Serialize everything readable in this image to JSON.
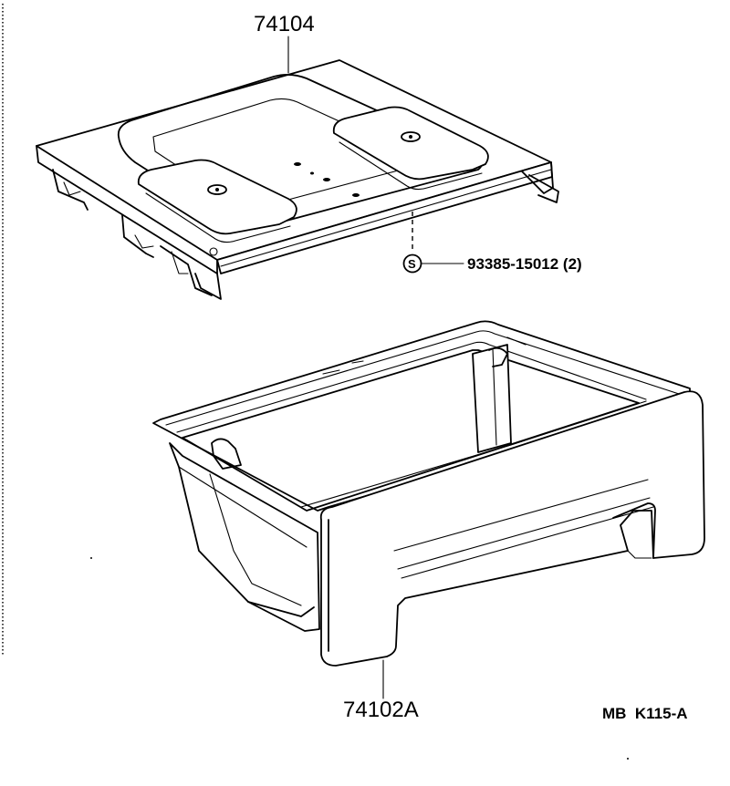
{
  "diagram": {
    "callouts": {
      "top_part": "74104",
      "bottom_part": "74102A",
      "fastener_symbol": "S",
      "fastener_part": "93385-15012 (2)"
    },
    "figure_code": "MB  K115-A"
  }
}
